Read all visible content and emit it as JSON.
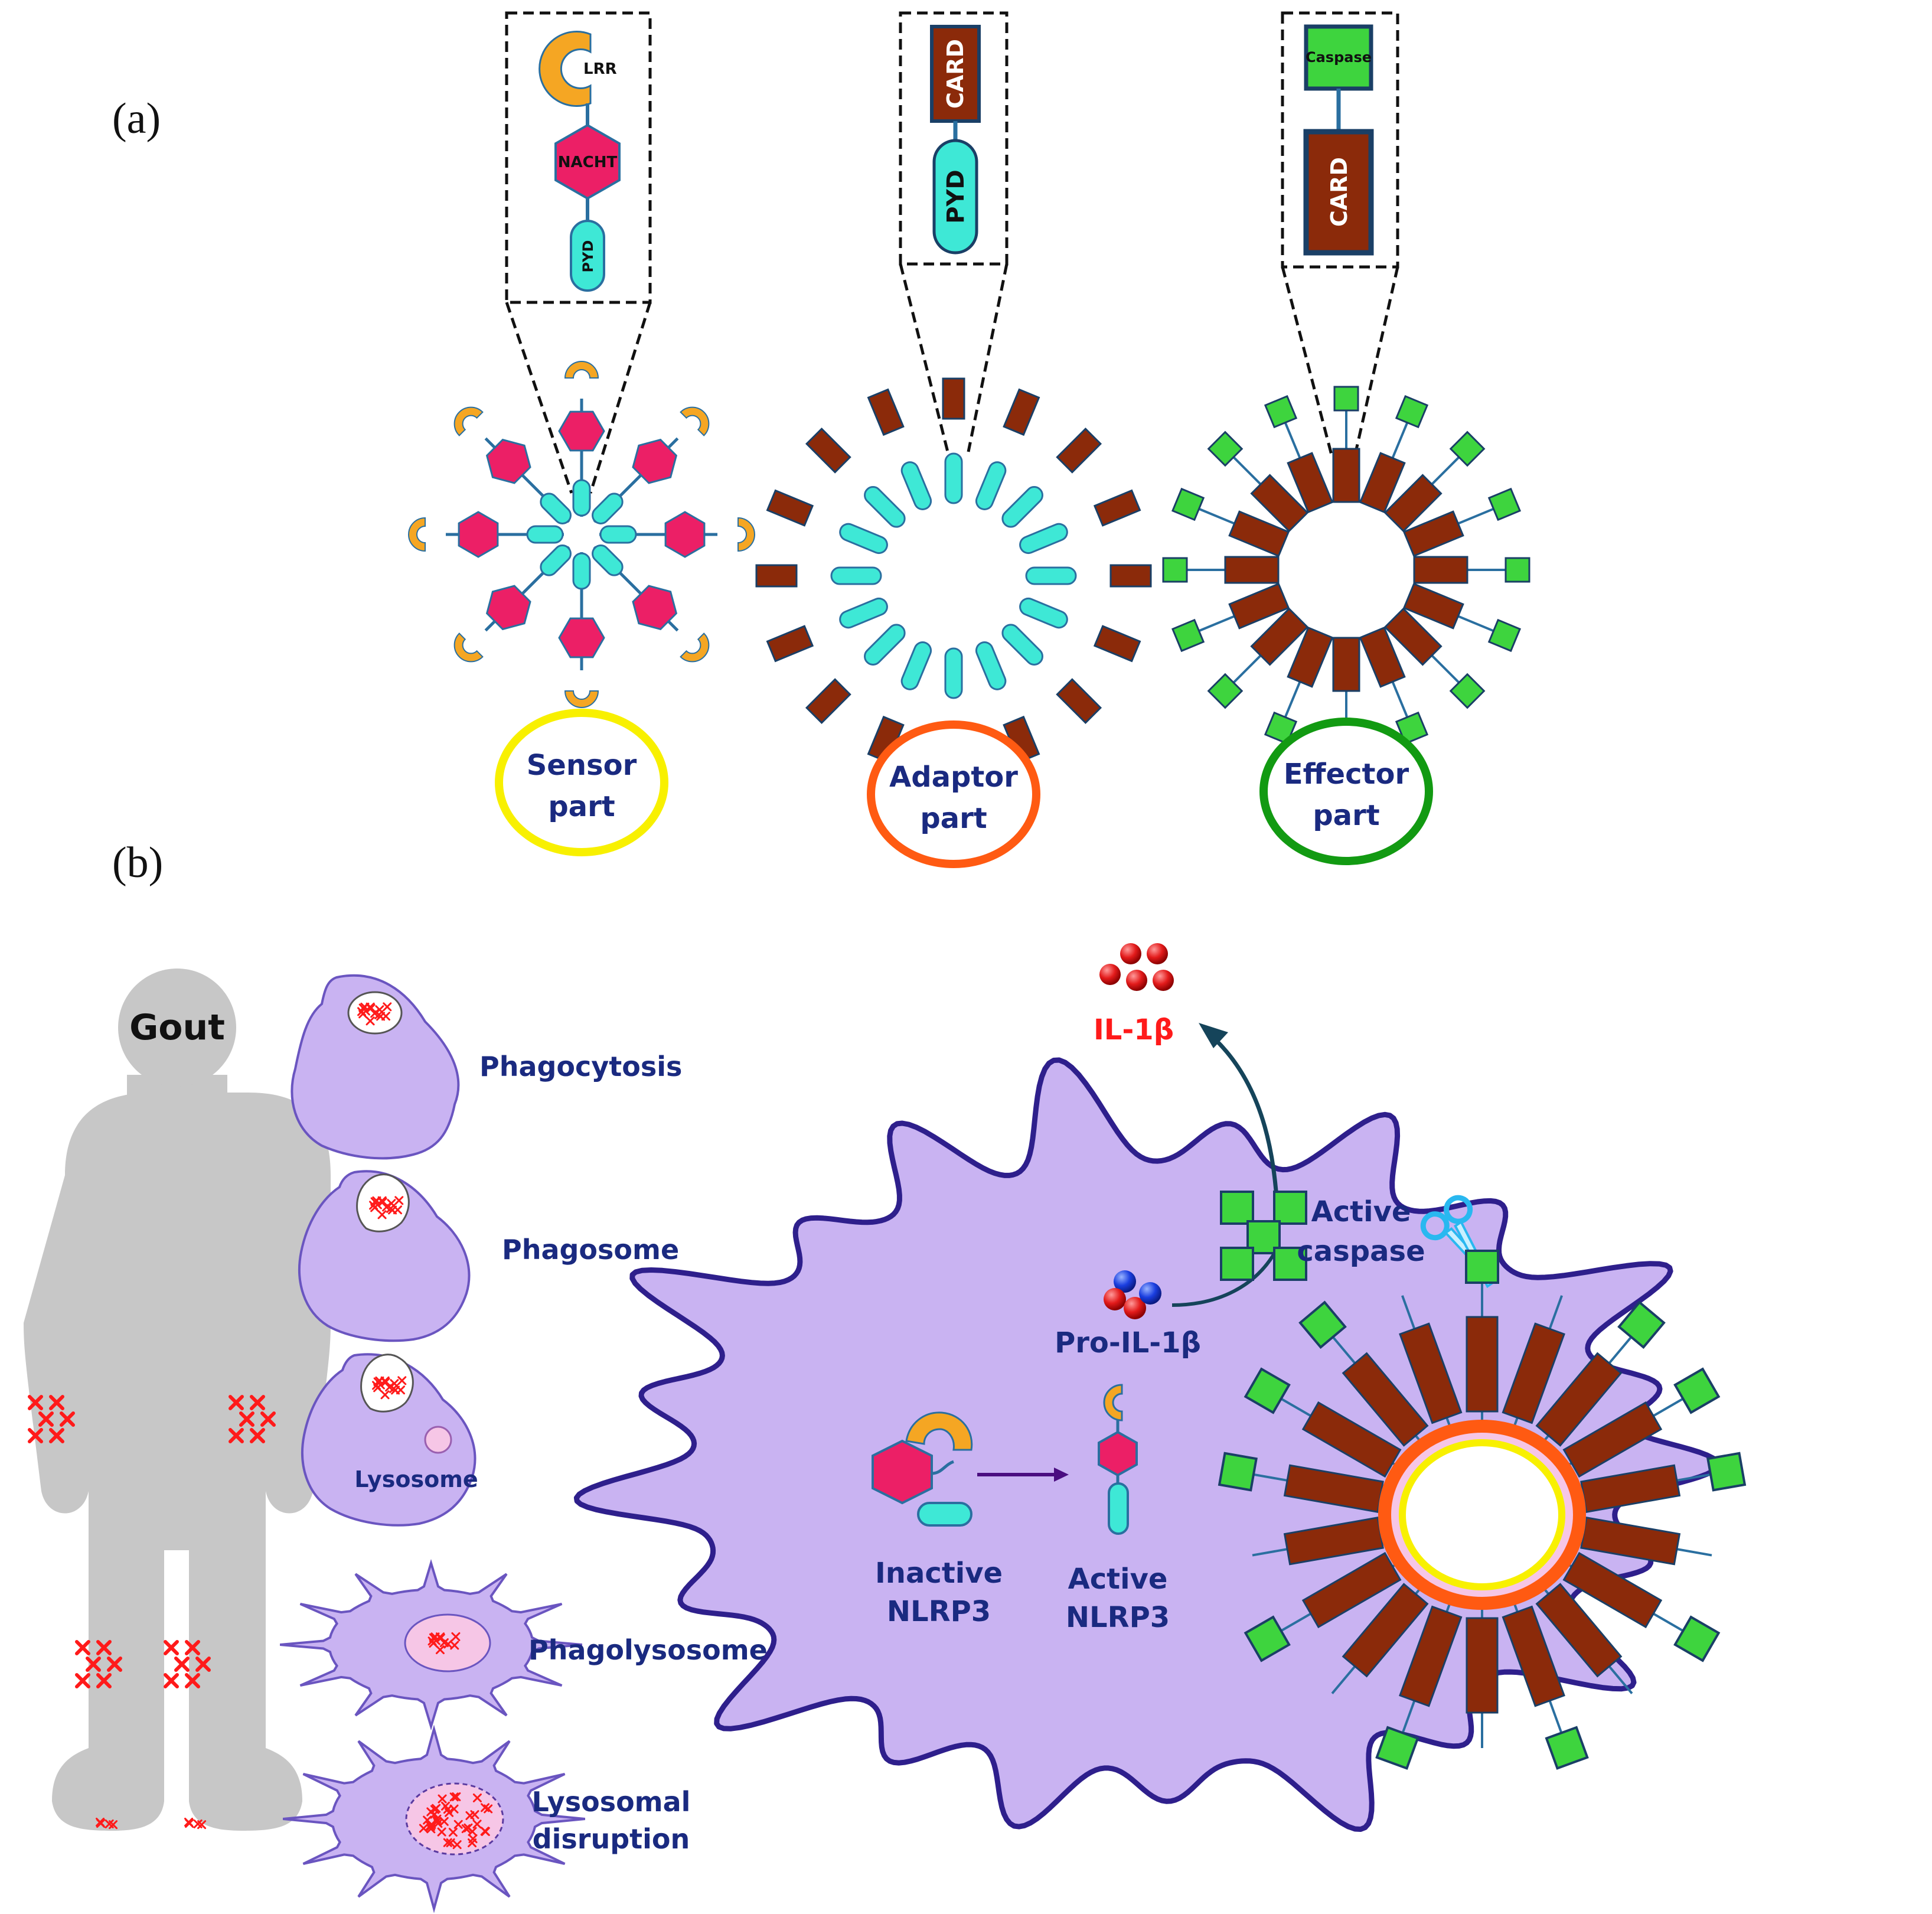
{
  "panels": {
    "a": "(a)",
    "b": "(b)"
  },
  "colors": {
    "lrr": "#f5a623",
    "nacht": "#ec1f66",
    "pyd": "#3ee8d6",
    "card": "#8b2a0a",
    "caspase": "#3ed43e",
    "membrane": "#2e1f8c",
    "cytoplasm": "#c9b3f2",
    "text_navy": "#1a2a80",
    "il1b": "#ff1a1a",
    "sensor_ring": "#f8f000",
    "adaptor_ring": "#ff5a12",
    "effector_ring": "#129a12",
    "body": "#c7c7c7",
    "crystal": "#ff1a1a"
  },
  "domains": {
    "lrr": "LRR",
    "nacht": "NACHT",
    "pyd_sensor": "PYD",
    "card_adaptor": "CARD",
    "pyd_adaptor": "PYD",
    "caspase": "Caspase",
    "card_effector": "CARD"
  },
  "parts": {
    "sensor": [
      "Sensor",
      "part"
    ],
    "adaptor": [
      "Adaptor",
      "part"
    ],
    "effector": [
      "Effector",
      "part"
    ]
  },
  "steps": {
    "phagocytosis": [
      "Phagocytosis"
    ],
    "phagosome": [
      "Phagosome"
    ],
    "lysosome_label": "Lysosome",
    "phagolysosome": [
      "Phagolysosome"
    ],
    "disruption": [
      "Lysosomal",
      "disruption"
    ]
  },
  "cell": {
    "il1b": "IL-1β",
    "active_caspase": [
      "Active",
      "caspase"
    ],
    "pro_il1b": "Pro-IL-1β",
    "inactive_nlrp3": [
      "Inactive",
      "NLRP3"
    ],
    "active_nlrp3": [
      "Active",
      "NLRP3"
    ]
  },
  "person": {
    "label": "Gout"
  }
}
